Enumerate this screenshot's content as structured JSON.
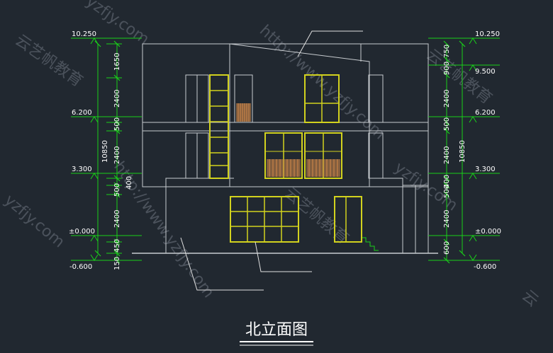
{
  "drawing": {
    "title": "北立面图",
    "colors": {
      "background": "#212830",
      "outline": "#c8ccd0",
      "dimension": "#19d119",
      "window": "#d2d21e",
      "wood": "#d68a4b",
      "text": "#ffffff"
    }
  },
  "levels": {
    "left": [
      "10.250",
      "6.200",
      "3.300",
      "±0.000",
      "-0.600"
    ],
    "right": [
      "10.250",
      "9.500",
      "6.200",
      "3.300",
      "±0.000",
      "-0.600"
    ]
  },
  "dims": {
    "left": [
      "1650",
      "2400",
      "500",
      "2400",
      "400",
      "500",
      "2400",
      "450",
      "150",
      "10850"
    ],
    "right": [
      "750",
      "900",
      "2400",
      "500",
      "2400",
      "400",
      "500",
      "2400",
      "600",
      "10850"
    ]
  },
  "watermarks": [
    "http://www.yzfjy.com",
    "http://www.yzfjy.com",
    "云艺帆教育",
    "云艺帆教育",
    "yzfjy.com",
    "yzfjy.com",
    "yzfjy.com",
    "云艺帆教育",
    "云"
  ]
}
